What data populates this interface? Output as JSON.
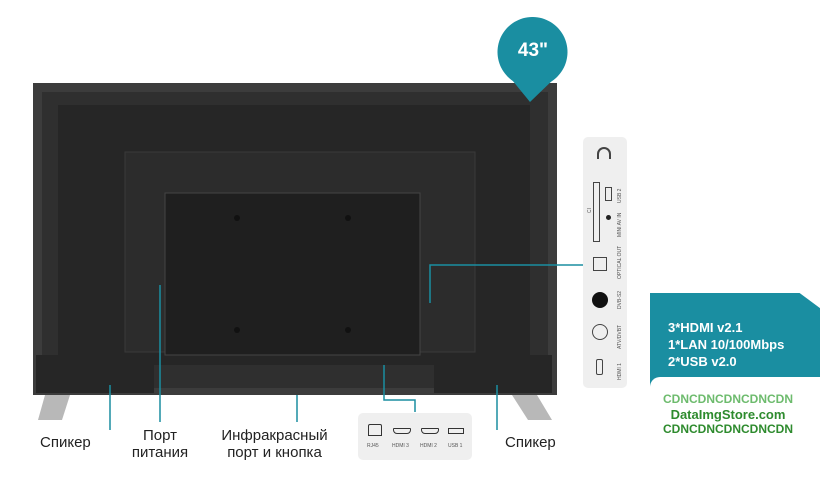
{
  "badge": {
    "size": "43\""
  },
  "labels": {
    "speaker_left": "Спикер",
    "power_line1": "Порт",
    "power_line2": "питания",
    "ir_line1": "Инфракрасный",
    "ir_line2": "порт и кнопка",
    "speaker_right": "Спикер"
  },
  "bottom_ports": [
    "RJ45",
    "HDMI 3",
    "HDMI 2",
    "USB 1"
  ],
  "side_ports": {
    "ci": "CI",
    "usb2": "USB 2",
    "minav": "MINI AV IN",
    "optical": "OPTICAL OUT",
    "dvbs2": "DVB-S2",
    "atv": "ATV/DVBT",
    "hdmi1": "HDMI 1"
  },
  "specs": [
    "3*HDMI v2.1",
    "1*LAN 10/100Mbps",
    "2*USB v2.0"
  ],
  "watermark": [
    "CDNCDNCDNCDNCDN",
    "DataImgStore.com",
    "CDNCDNCDNCDNCDN"
  ],
  "colors": {
    "accent": "#1a8ea1"
  }
}
